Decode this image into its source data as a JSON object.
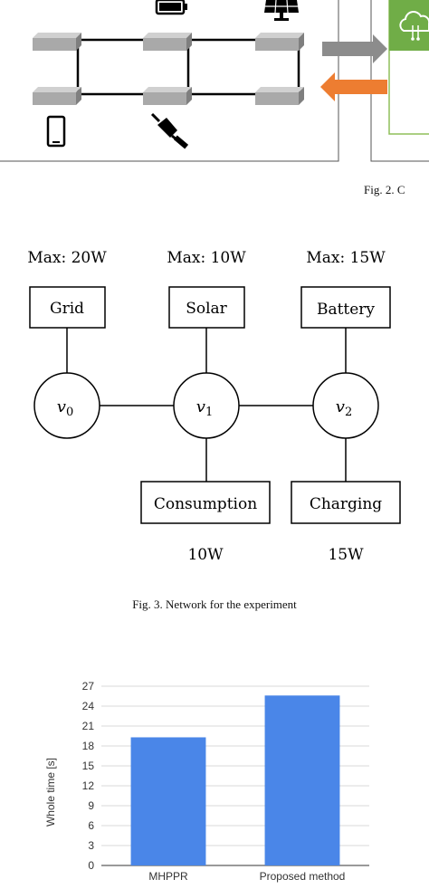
{
  "fig2": {
    "caption": "Fig. 2.    C",
    "icons": [
      "battery-icon",
      "solar-panel-icon",
      "smartphone-icon",
      "plug-icon",
      "cloud-icon"
    ],
    "arrow_colors": {
      "right": "#8c8c8c",
      "left": "#ed7d31",
      "accent": "#70ad47"
    }
  },
  "fig3": {
    "caption": "Fig. 3.    Network for the experiment",
    "sources": [
      {
        "max": "Max: 20W",
        "label": "Grid"
      },
      {
        "max": "Max: 10W",
        "label": "Solar"
      },
      {
        "max": "Max: 15W",
        "label": "Battery"
      }
    ],
    "nodes": [
      {
        "base": "v",
        "sub": "0"
      },
      {
        "base": "v",
        "sub": "1"
      },
      {
        "base": "v",
        "sub": "2"
      }
    ],
    "loads": [
      {
        "label": "Consumption",
        "value": "10W"
      },
      {
        "label": "Charging",
        "value": "15W"
      }
    ]
  },
  "chart_data": {
    "type": "bar",
    "categories": [
      "MHPPR",
      "Proposed method"
    ],
    "values": [
      19.3,
      25.6
    ],
    "ylabel": "Whole time [s]",
    "yticks": [
      "0",
      "3",
      "6",
      "9",
      "12",
      "15",
      "18",
      "21",
      "24",
      "27"
    ],
    "ylim": [
      0,
      27
    ],
    "grid": true,
    "bar_color": "#4a86e8"
  }
}
